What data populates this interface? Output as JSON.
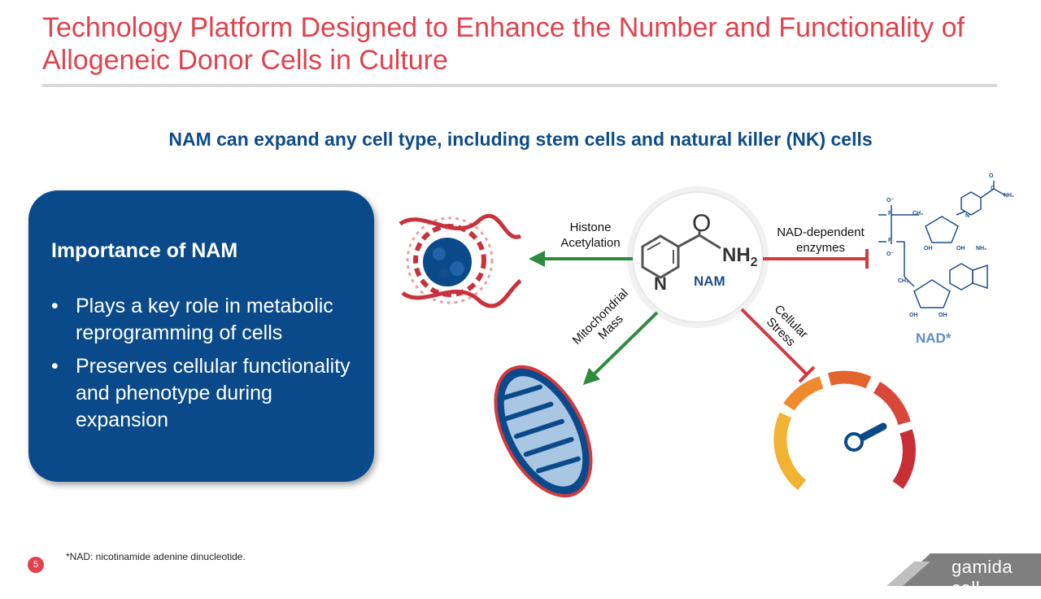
{
  "header": {
    "title": "Technology Platform Designed to Enhance the Number and Functionality of Allogeneic Donor Cells in Culture"
  },
  "subtitle": "NAM can expand any cell type, including stem cells and natural killer (NK) cells",
  "panel": {
    "heading": "Importance of NAM",
    "bullets": [
      "Plays a key role in metabolic reprogramming of cells",
      "Preserves cellular functionality and phenotype during expansion"
    ]
  },
  "diagram": {
    "center_label": "NAM",
    "molecule": {
      "oxygen": "O",
      "nitrogen": "N",
      "amine": "NH",
      "amine_subscript": "2"
    },
    "histone_label_1": "Histone",
    "histone_label_2": "Acetylation",
    "nad_enzymes_label_1": "NAD-dependent",
    "nad_enzymes_label_2": "enzymes",
    "mito_label_1": "Mitochondrial",
    "mito_label_2": "Mass",
    "stress_label_1": "Cellular",
    "stress_label_2": "Stress",
    "nad_label": "NAD*",
    "nad_atoms": {
      "o_minus": "O⁻",
      "o": "O",
      "p": "P",
      "ch2": "CH₂",
      "oh": "OH",
      "nh2": "NH₂",
      "n": "N",
      "c": "C"
    }
  },
  "colors": {
    "title_red": "#e1424d",
    "navy": "#0a4a8a",
    "green_arrow": "#2e8b3e",
    "red_inhibit": "#d23a3e",
    "nad_blue": "#5b8ec9"
  },
  "footer": {
    "footnote": "*NAD: nicotinamide adenine dinucleotide.",
    "page_number": "5",
    "logo_text": "gamida cell"
  }
}
